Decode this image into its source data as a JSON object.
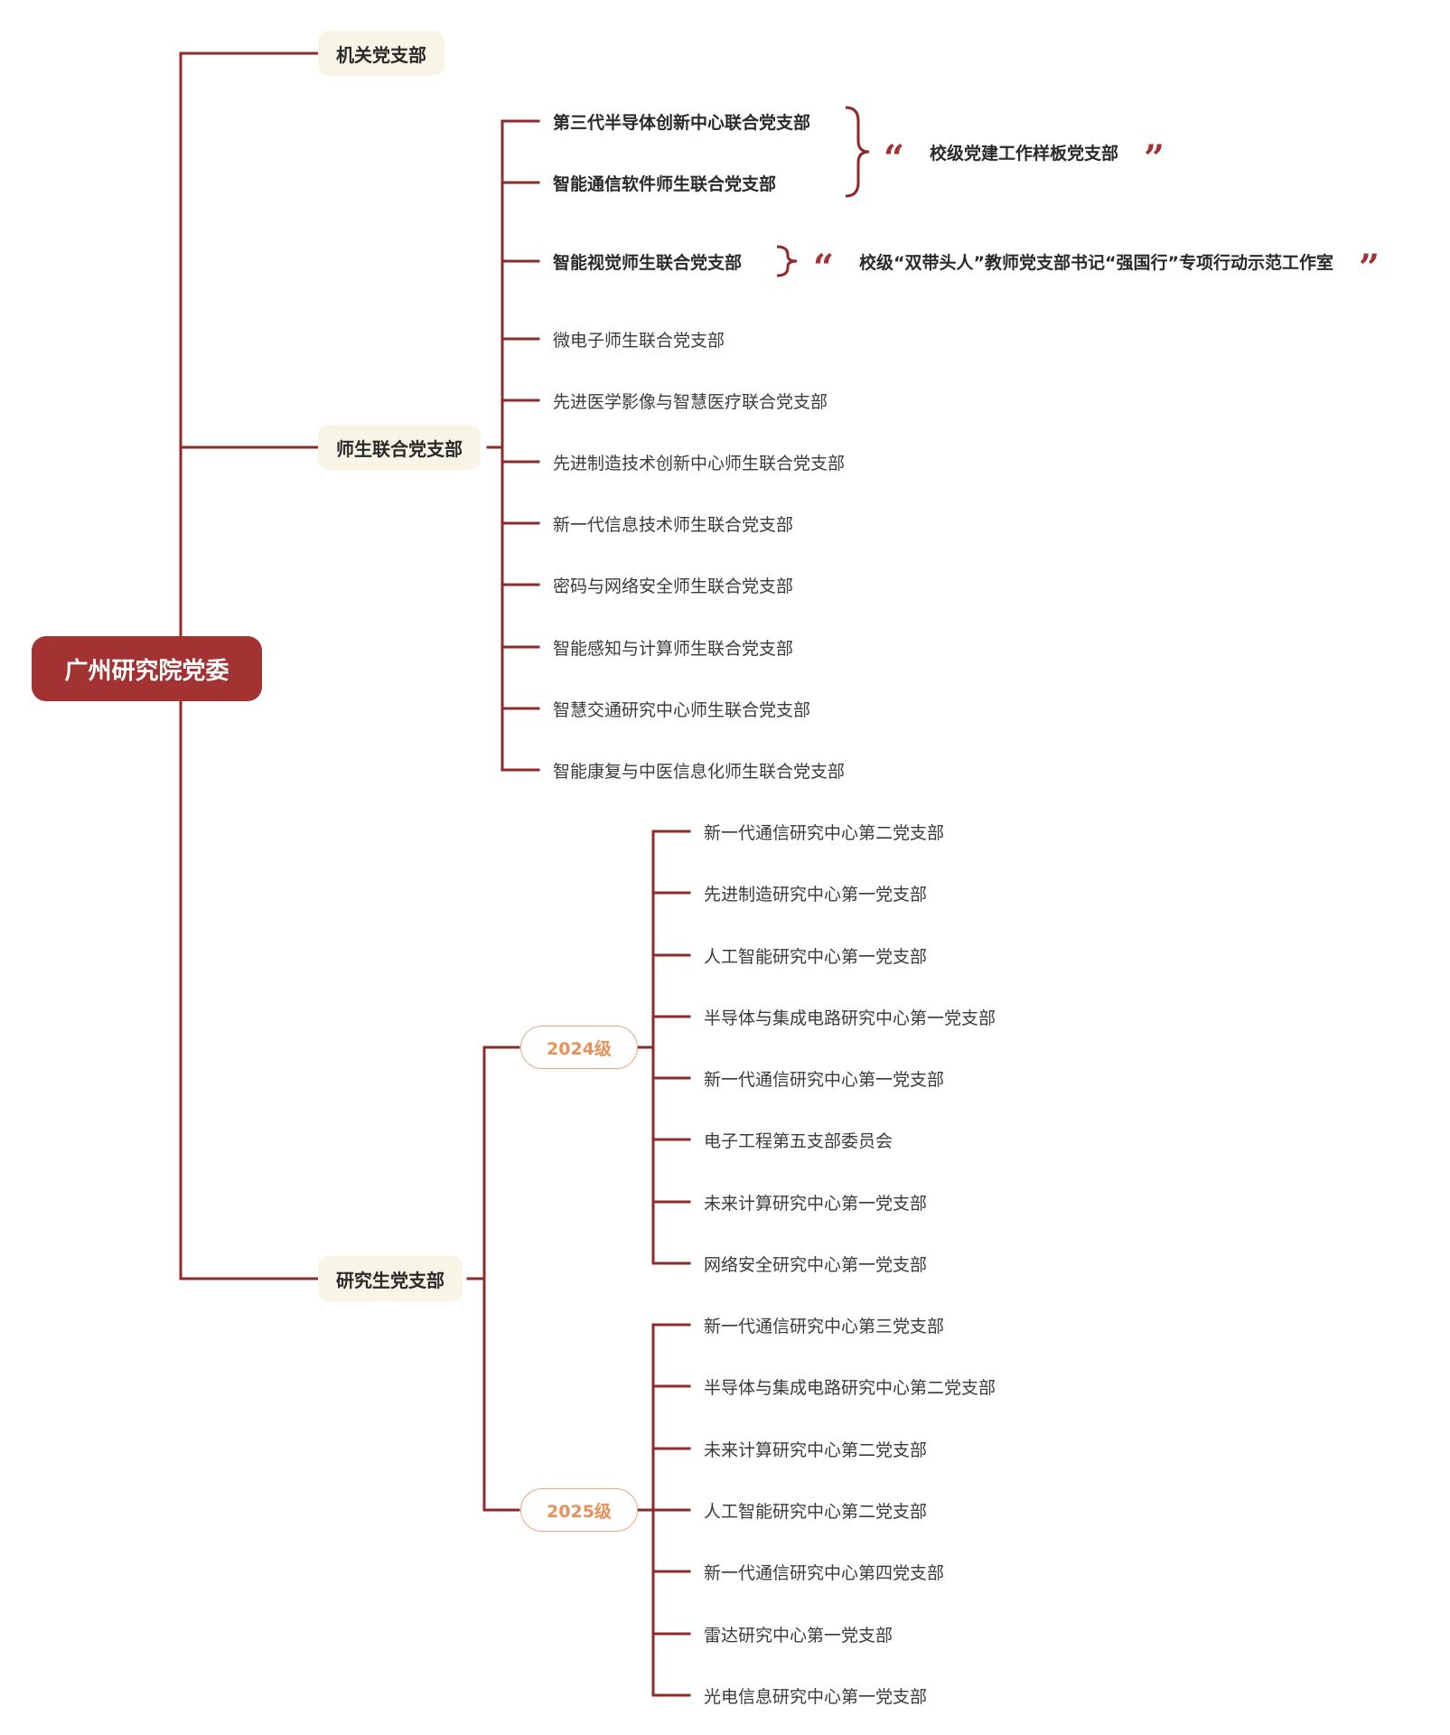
{
  "root": {
    "label": "广州研究院党委"
  },
  "jiguan": {
    "label": "机关党支部"
  },
  "shisheng": {
    "label": "师生联合党支部",
    "highlighted": [
      "第三代半导体创新中心联合党支部",
      "智能通信软件师生联合党支部",
      "智能视觉师生联合党支部"
    ],
    "badges": [
      "校级党建工作样板党支部",
      "校级“双带头人”教师党支部书记“强国行”专项行动示范工作室"
    ],
    "items": [
      "微电子师生联合党支部",
      "先进医学影像与智慧医疗联合党支部",
      "先进制造技术创新中心师生联合党支部",
      "新一代信息技术师生联合党支部",
      "密码与网络安全师生联合党支部",
      "智能感知与计算师生联合党支部",
      "智慧交通研究中心师生联合党支部",
      "智能康复与中医信息化师生联合党支部"
    ]
  },
  "yanjiusheng": {
    "label": "研究生党支部",
    "grades": [
      {
        "label": "2024级",
        "items": [
          "新一代通信研究中心第二党支部",
          "先进制造研究中心第一党支部",
          "人工智能研究中心第一党支部",
          "半导体与集成电路研究中心第一党支部",
          "新一代通信研究中心第一党支部",
          "电子工程第五支部委员会",
          "未来计算研究中心第一党支部",
          "网络安全研究中心第一党支部"
        ]
      },
      {
        "label": "2025级",
        "items": [
          "新一代通信研究中心第三党支部",
          "半导体与集成电路研究中心第二党支部",
          "未来计算研究中心第二党支部",
          "人工智能研究中心第二党支部",
          "新一代通信研究中心第四党支部",
          "雷达研究中心第一党支部",
          "光电信息研究中心第一党支部"
        ]
      }
    ]
  },
  "colors": {
    "primary": "#a33233",
    "line": "#8f2a2a",
    "node_bg": "#f8f4e6",
    "grade_text": "#e8905a",
    "grade_border": "#e8a77f"
  },
  "icons": {
    "open_quote": "“",
    "close_quote": "”"
  }
}
